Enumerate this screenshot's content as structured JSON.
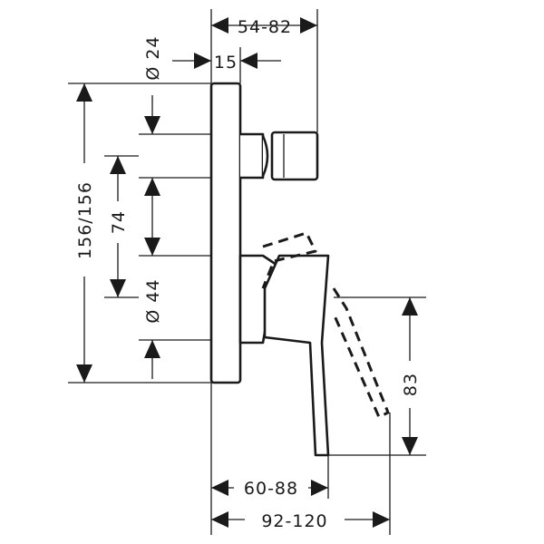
{
  "dimensions": {
    "top_width": "54-82",
    "top_offset": "15",
    "diameter_top": "Ø 24",
    "height_total": "156/156",
    "spacing": "74",
    "diameter_bottom": "Ø 44",
    "handle_drop": "83",
    "depth_handle": "60-88",
    "depth_total": "92-120"
  }
}
